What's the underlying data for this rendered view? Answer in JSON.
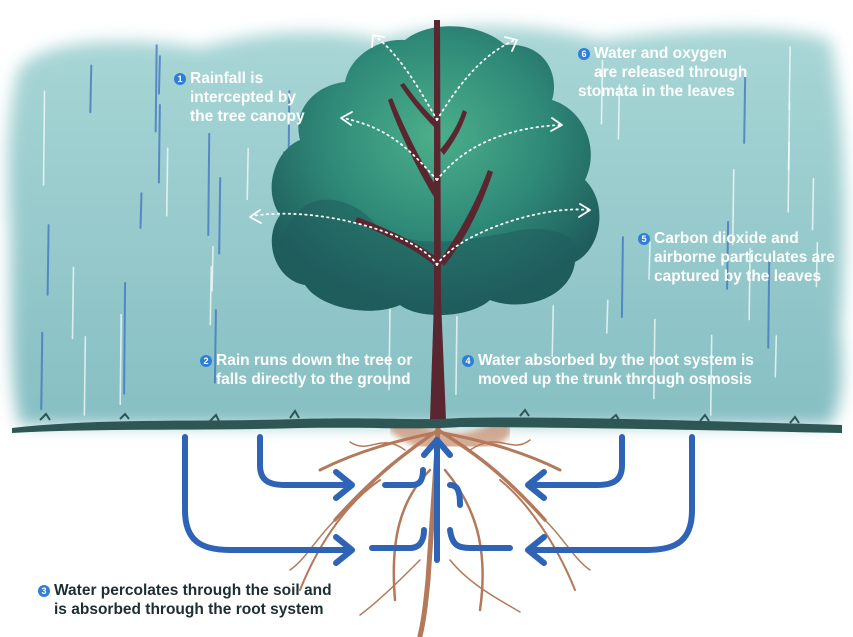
{
  "colors": {
    "sky": "#8fc6c9",
    "sky_light": "#b9dcdc",
    "canopy_dark": "#1f5c5c",
    "canopy_mid": "#2f8a78",
    "canopy_light": "#4caf8a",
    "trunk": "#5a2630",
    "ground": "#2d5655",
    "roots": "#b3795a",
    "arrow": "#2f63b5",
    "badge": "#2f7fd8",
    "text": "#ffffff",
    "text_dark": "#1c2f33"
  },
  "labels": {
    "step1": {
      "number": "1",
      "lines": [
        "Rainfall is",
        "intercepted by",
        "the tree canopy"
      ]
    },
    "step2": {
      "number": "2",
      "lines": [
        "Rain runs down the tree or",
        "falls directly to the ground"
      ]
    },
    "step3": {
      "number": "3",
      "lines": [
        "Water percolates through the soil and",
        "is absorbed through the root system"
      ]
    },
    "step4": {
      "number": "4",
      "lines": [
        "Water absorbed by the root system is",
        "moved up the trunk through osmosis"
      ]
    },
    "step5": {
      "number": "5",
      "lines": [
        "Carbon dioxide and",
        "airborne particulates are",
        "captured by the leaves"
      ]
    },
    "step6": {
      "number": "6",
      "lines": [
        "Water and oxygen",
        "are released through",
        "stomata in the leaves"
      ]
    }
  }
}
